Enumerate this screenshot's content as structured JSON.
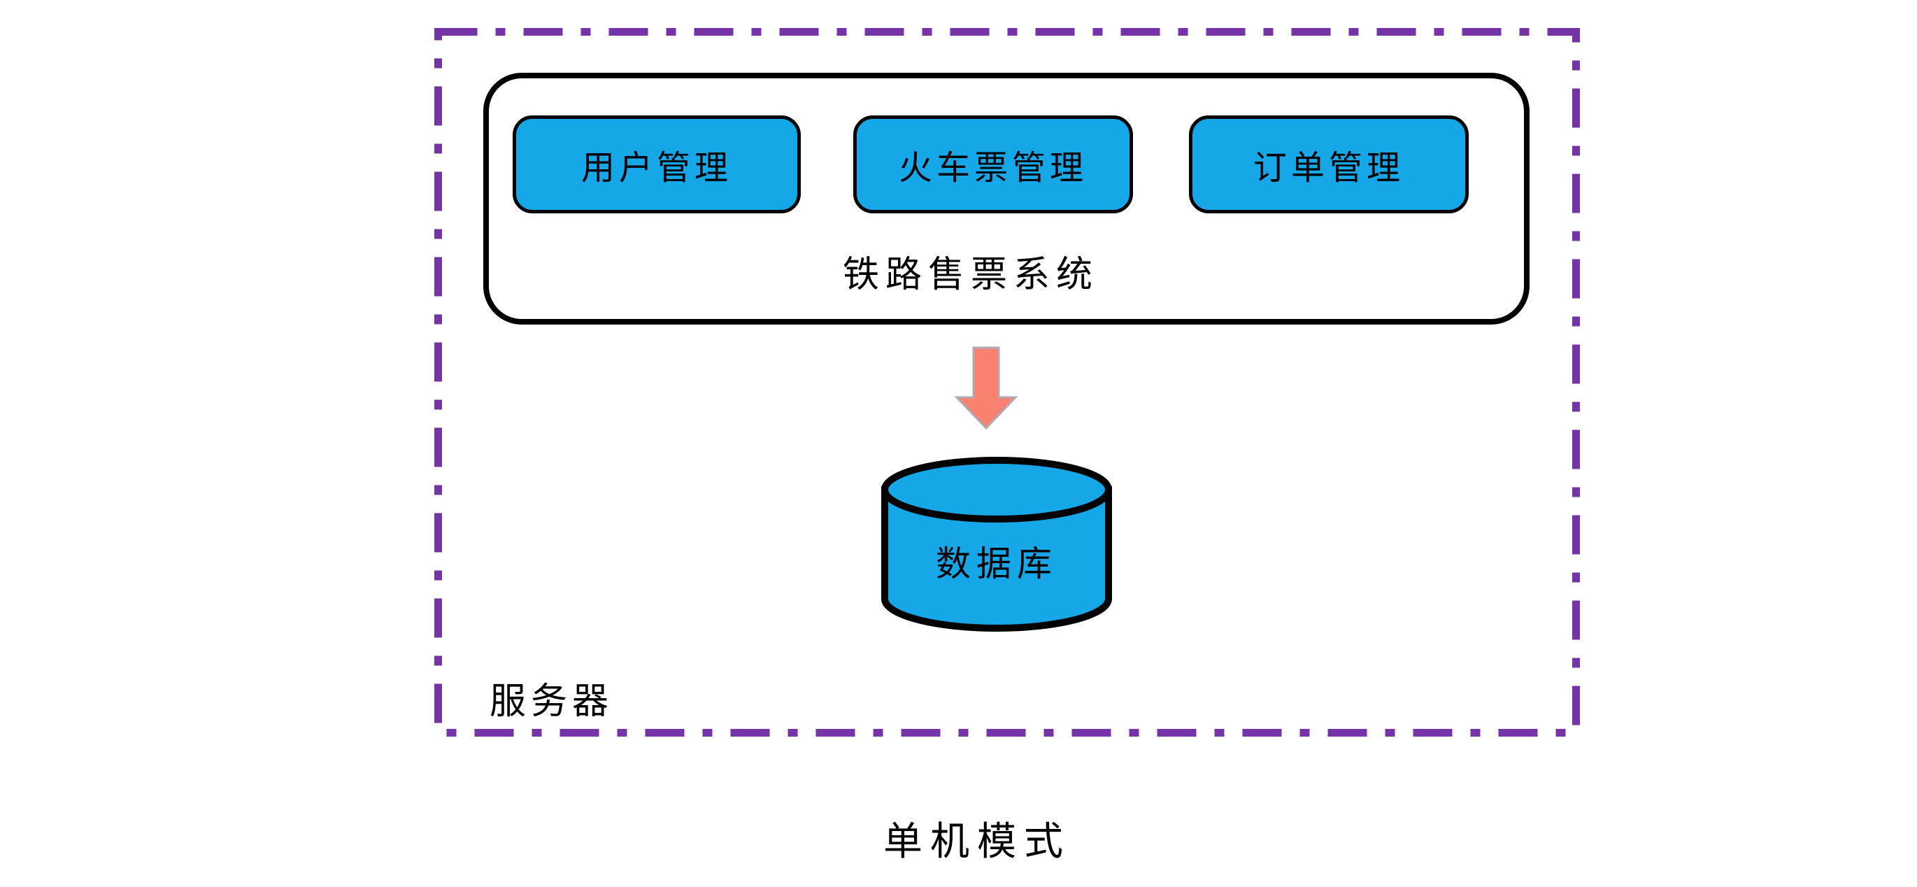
{
  "colors": {
    "module_fill": "#15A7E8",
    "database_fill": "#15A7E8",
    "boundary_purple": "#7434A8",
    "arrow_fill": "#F8816F",
    "arrow_stroke": "#B2A6B0",
    "shape_outline": "#000000"
  },
  "server_group": {
    "label": "服务器",
    "system_box": {
      "label": "铁路售票系统",
      "modules": [
        {
          "label": "用户管理"
        },
        {
          "label": "火车票管理"
        },
        {
          "label": "订单管理"
        }
      ]
    },
    "arrow": {
      "icon": "down-arrow-icon",
      "direction": "down"
    },
    "database": {
      "label": "数据库"
    }
  },
  "caption": "单机模式"
}
